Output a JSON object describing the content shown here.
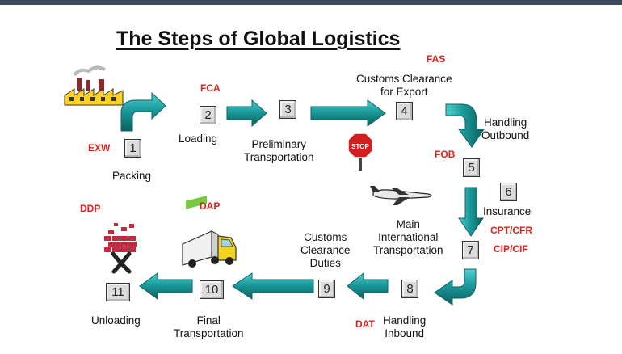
{
  "title": "The Steps of Global Logistics",
  "steps": [
    {
      "num": "1",
      "label": "Packing"
    },
    {
      "num": "2",
      "label": "Loading"
    },
    {
      "num": "3",
      "label": "Preliminary\nTransportation"
    },
    {
      "num": "4",
      "label": "Customs Clearance\nfor Export"
    },
    {
      "num": "5",
      "label": "Handling\nOutbound"
    },
    {
      "num": "6",
      "label": "Insurance"
    },
    {
      "num": "7",
      "label": "Main\nInternational\nTransportation"
    },
    {
      "num": "8",
      "label": "Handling\nInbound"
    },
    {
      "num": "9",
      "label": "Customs\nClearance\nDuties"
    },
    {
      "num": "10",
      "label": "Final\nTransportation"
    },
    {
      "num": "11",
      "label": "Unloading"
    }
  ],
  "incoterms": {
    "exw": "EXW",
    "fca": "FCA",
    "fas": "FAS",
    "fob": "FOB",
    "cpt_cfr": "CPT/CFR",
    "cip_cif": "CIP/CIF",
    "dat": "DAT",
    "dap": "DAP",
    "ddp": "DDP"
  },
  "stop_sign_text": "STOP",
  "colors": {
    "arrow": "#1a9a9a",
    "arrow_dark": "#0e6464",
    "incoterm": "#e0221e",
    "box": "#dcdcdc"
  },
  "icons": [
    "factory-icon",
    "stop-sign-icon",
    "airplane-icon",
    "delivery-truck-icon",
    "broken-wall-icon"
  ]
}
